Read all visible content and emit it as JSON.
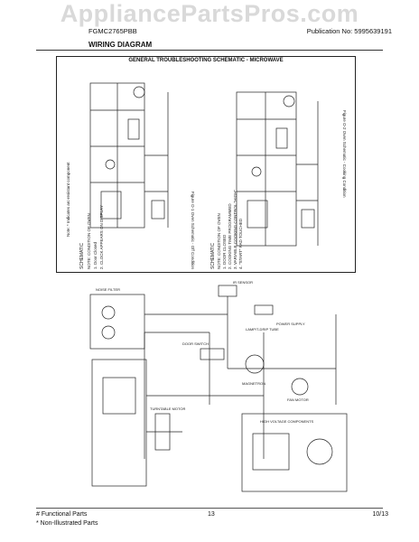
{
  "watermark": "AppliancePartsPros.com",
  "header": {
    "model": "FGMC2765PBB",
    "publication": "Publication No:  5995639191",
    "section_title": "WIRING DIAGRAM"
  },
  "schematic": {
    "title": "GENERAL TROUBLESHOOTING SCHEMATIC - MICROWAVE",
    "note_top": "Note: * Indicates arc-resistant component",
    "left_block": {
      "heading": "SCHEMATIC",
      "lines": [
        "NOTE: CONDITION OF OVEN",
        "1. Door Closed",
        "2. CLOCK APPEARS ON DISPLAY"
      ]
    },
    "right_block": {
      "heading": "SCHEMATIC",
      "lines": [
        "NOTE: CONDITION OF OVEN",
        "1. DOOR CLOSED",
        "2. COOKING TIME PROGRAMMED",
        "3. VARIABLE COOKING CONTROL \"HIGH\"",
        "4. \"START\" PAD TOUCHED"
      ]
    },
    "figure1": "Figure O-1 Oven Schematic - Off  Condition",
    "figure2": "Figure O-2 Oven Schematic - Cooking Condition"
  },
  "wiring": {
    "labels": {
      "ir_sensor": "IR SENSOR",
      "lamp": "LAMP/T-DRIP TUBE",
      "power_supply": "POWER SUPPLY",
      "magnetron": "MAGNETRON",
      "hv_components": "HIGH VOLTAGE COMPONENTS",
      "noise_filter": "NOISE FILTER",
      "fan_motor": "FAN MOTOR",
      "turntable": "TURNTABLE MOTOR",
      "door_switch": "DOOR SWITCH"
    }
  },
  "footer": {
    "functional": "# Functional Parts",
    "non_illustrated": "* Non-Illustrated Parts",
    "page": "13",
    "date": "10/13"
  }
}
